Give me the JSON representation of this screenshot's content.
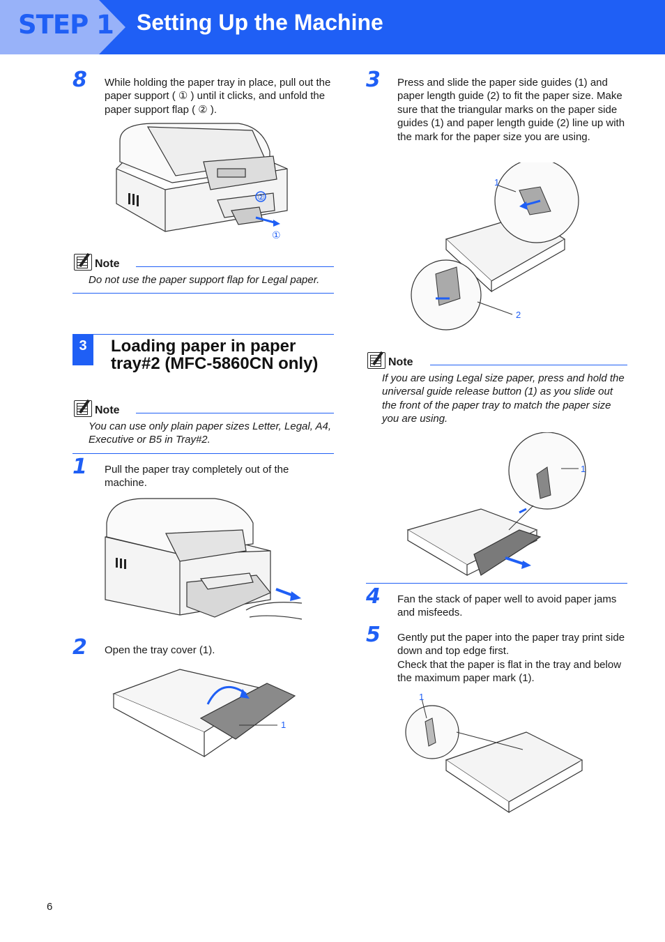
{
  "header": {
    "step_label": "STEP 1",
    "title": "Setting Up the Machine"
  },
  "left": {
    "step8": {
      "number": "8",
      "text": "While holding the paper tray in place, pull out the paper support ( ① ) until it clicks, and unfold the paper support flap ( ② ).",
      "callouts": [
        "②",
        "①"
      ]
    },
    "note1": {
      "label": "Note",
      "text": "Do not use the paper support flap for Legal paper."
    },
    "section": {
      "number": "3",
      "title": "Loading paper in paper tray#2 (MFC-5860CN only)"
    },
    "note2": {
      "label": "Note",
      "text": "You can use only plain paper sizes Letter, Legal, A4, Executive or B5 in Tray#2."
    },
    "step1": {
      "number": "1",
      "text": "Pull the paper tray completely out of the machine."
    },
    "step2": {
      "number": "2",
      "text": "Open the tray cover (1).",
      "callout": "1"
    }
  },
  "right": {
    "step3": {
      "number": "3",
      "text": "Press and slide the paper side guides (1) and paper length guide (2) to fit the paper size. Make sure that the triangular marks on the paper side guides (1) and paper length guide (2) line up with the mark for the paper size you are using.",
      "callouts": [
        "1",
        "2"
      ]
    },
    "note3": {
      "label": "Note",
      "text": "If you are using Legal size paper, press and hold the universal guide release button (1) as you slide out the front of the paper tray to match the paper size you are using.",
      "callout": "1"
    },
    "step4": {
      "number": "4",
      "text": "Fan the stack of paper well to avoid paper jams and misfeeds."
    },
    "step5": {
      "number": "5",
      "text": "Gently put the paper into the paper tray print side down and top edge first.\nCheck that the paper is flat in the tray and below the maximum paper mark (1).",
      "callout": "1"
    }
  },
  "footer": {
    "page_number": "6"
  },
  "colors": {
    "accent": "#1f5ff5",
    "tab": "#98b2f9"
  }
}
